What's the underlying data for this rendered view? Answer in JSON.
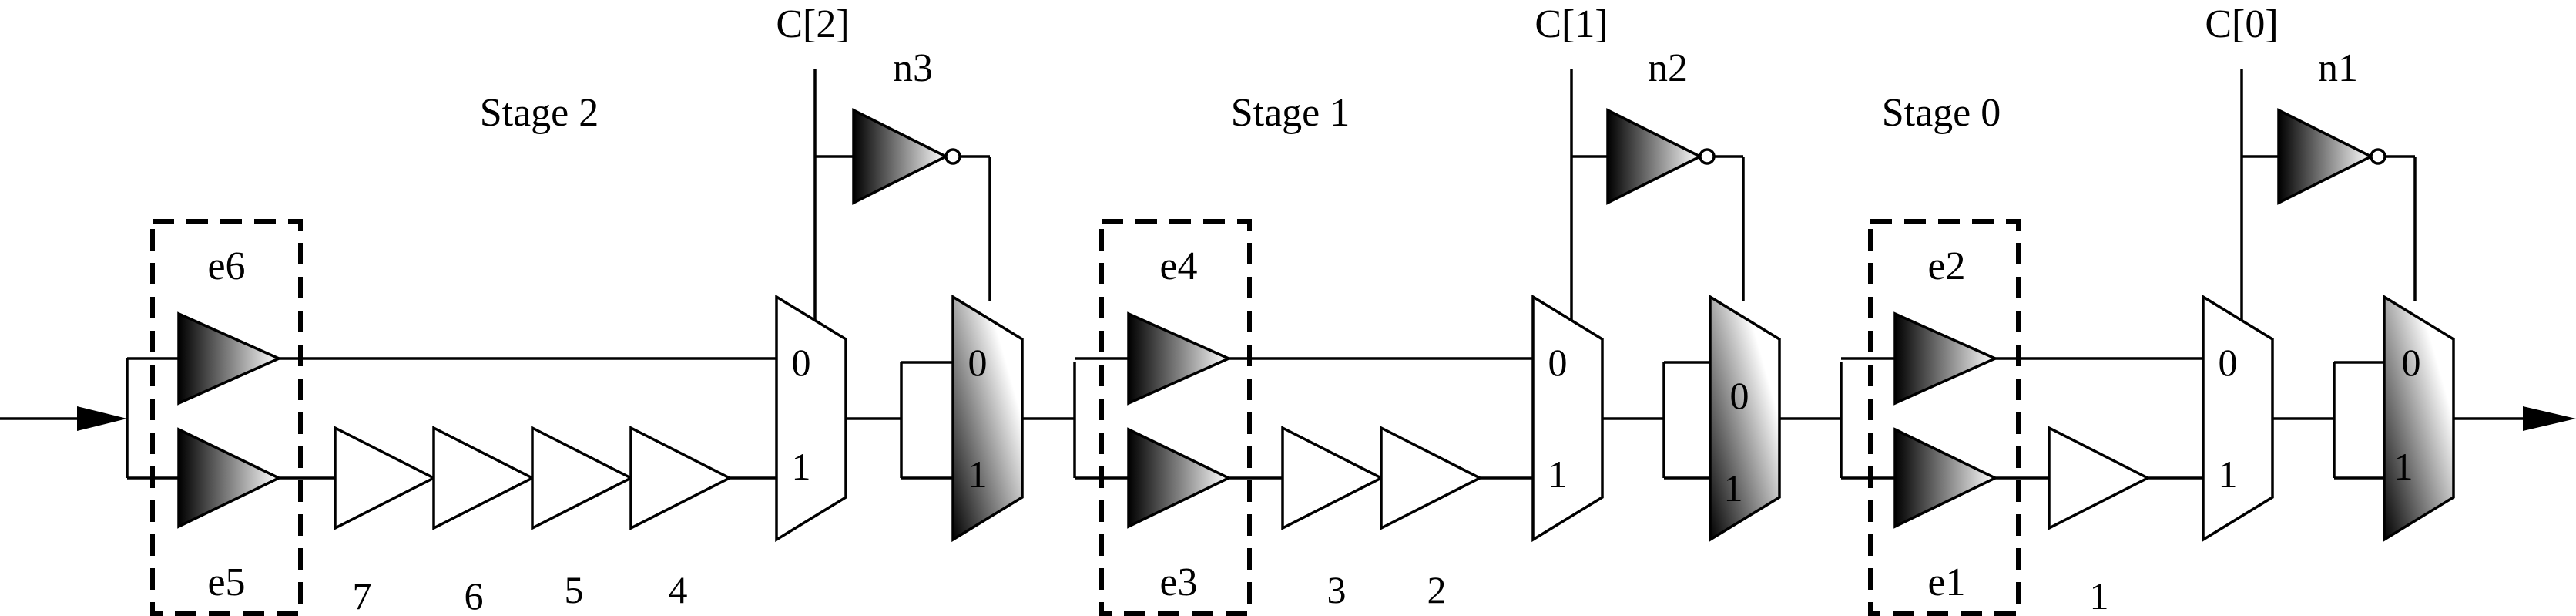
{
  "stages": [
    {
      "id": "stage2",
      "label": "Stage 2",
      "control": "C[2]",
      "inverter": "n3",
      "upper_elem": "e6",
      "lower_elem": "e5",
      "buffers": [
        "7",
        "6",
        "5",
        "4"
      ],
      "mux_in0": "0",
      "mux_in1": "1",
      "mux2_in0": "0",
      "mux2_in1": "1"
    },
    {
      "id": "stage1",
      "label": "Stage 1",
      "control": "C[1]",
      "inverter": "n2",
      "upper_elem": "e4",
      "lower_elem": "e3",
      "buffers": [
        "3",
        "2"
      ],
      "mux_in0": "0",
      "mux_in1": "1",
      "mux2_in0": "0",
      "mux2_in1": "1"
    },
    {
      "id": "stage0",
      "label": "Stage 0",
      "control": "C[0]",
      "inverter": "n1",
      "upper_elem": "e2",
      "lower_elem": "e1",
      "buffers": [
        "1"
      ],
      "mux_in0": "0",
      "mux_in1": "1",
      "mux2_in0": "0",
      "mux2_in1": "1"
    }
  ]
}
